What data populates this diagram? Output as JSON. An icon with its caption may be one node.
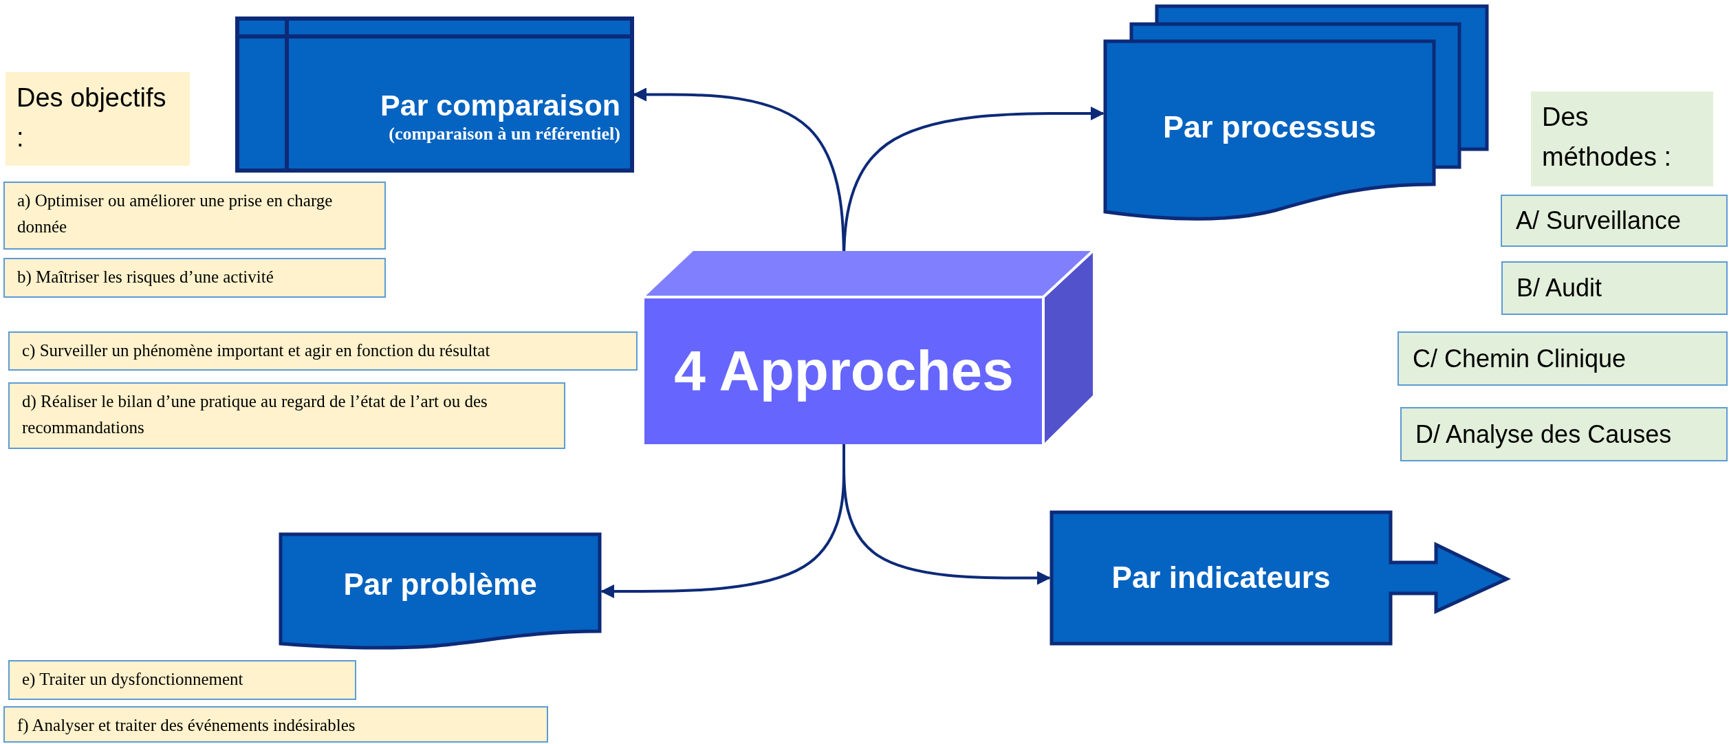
{
  "diagram": {
    "nodes": [
      {
        "text": [
          "Des objectifs :"
        ]
      },
      {
        "text": [
          "Par comparaison",
          "(comparaison à un référentiel)"
        ]
      },
      {
        "text": [
          "Par processus"
        ]
      },
      {
        "text": [
          "Des méthodes :"
        ]
      },
      {
        "text": [
          "a) Optimiser ou améliorer une prise en charge donnée"
        ]
      },
      {
        "text": [
          "A/ Surveillance"
        ]
      },
      {
        "text": [
          "b) Maîtriser les risques d’une activité"
        ]
      },
      {
        "text": [
          "B/ Audit"
        ]
      },
      {
        "text": [
          "c) Surveiller un phénomène important et agir en fonction du résultat"
        ]
      },
      {
        "text": [
          "4 Approches"
        ]
      },
      {
        "text": [
          "C/ Chemin Clinique"
        ]
      },
      {
        "text": [
          "d) Réaliser le bilan d’une pratique au regard de l’état de l’art ou des recommandations"
        ]
      },
      {
        "text": [
          "D/ Analyse des Causes"
        ]
      },
      {
        "text": [
          "Par problème"
        ]
      },
      {
        "text": [
          "Par indicateurs"
        ]
      },
      {
        "text": [
          "e) Traiter un dysfonctionnement"
        ]
      },
      {
        "text": [
          "f) Analyser et traiter des événements indésirables"
        ]
      }
    ],
    "edges": [
      {
        "from": 9,
        "to": 1,
        "arrow": "to"
      },
      {
        "from": 9,
        "to": 2,
        "arrow": "to"
      },
      {
        "from": 9,
        "to": 13,
        "arrow": "to"
      },
      {
        "from": 9,
        "to": 14,
        "arrow": "to"
      }
    ]
  }
}
